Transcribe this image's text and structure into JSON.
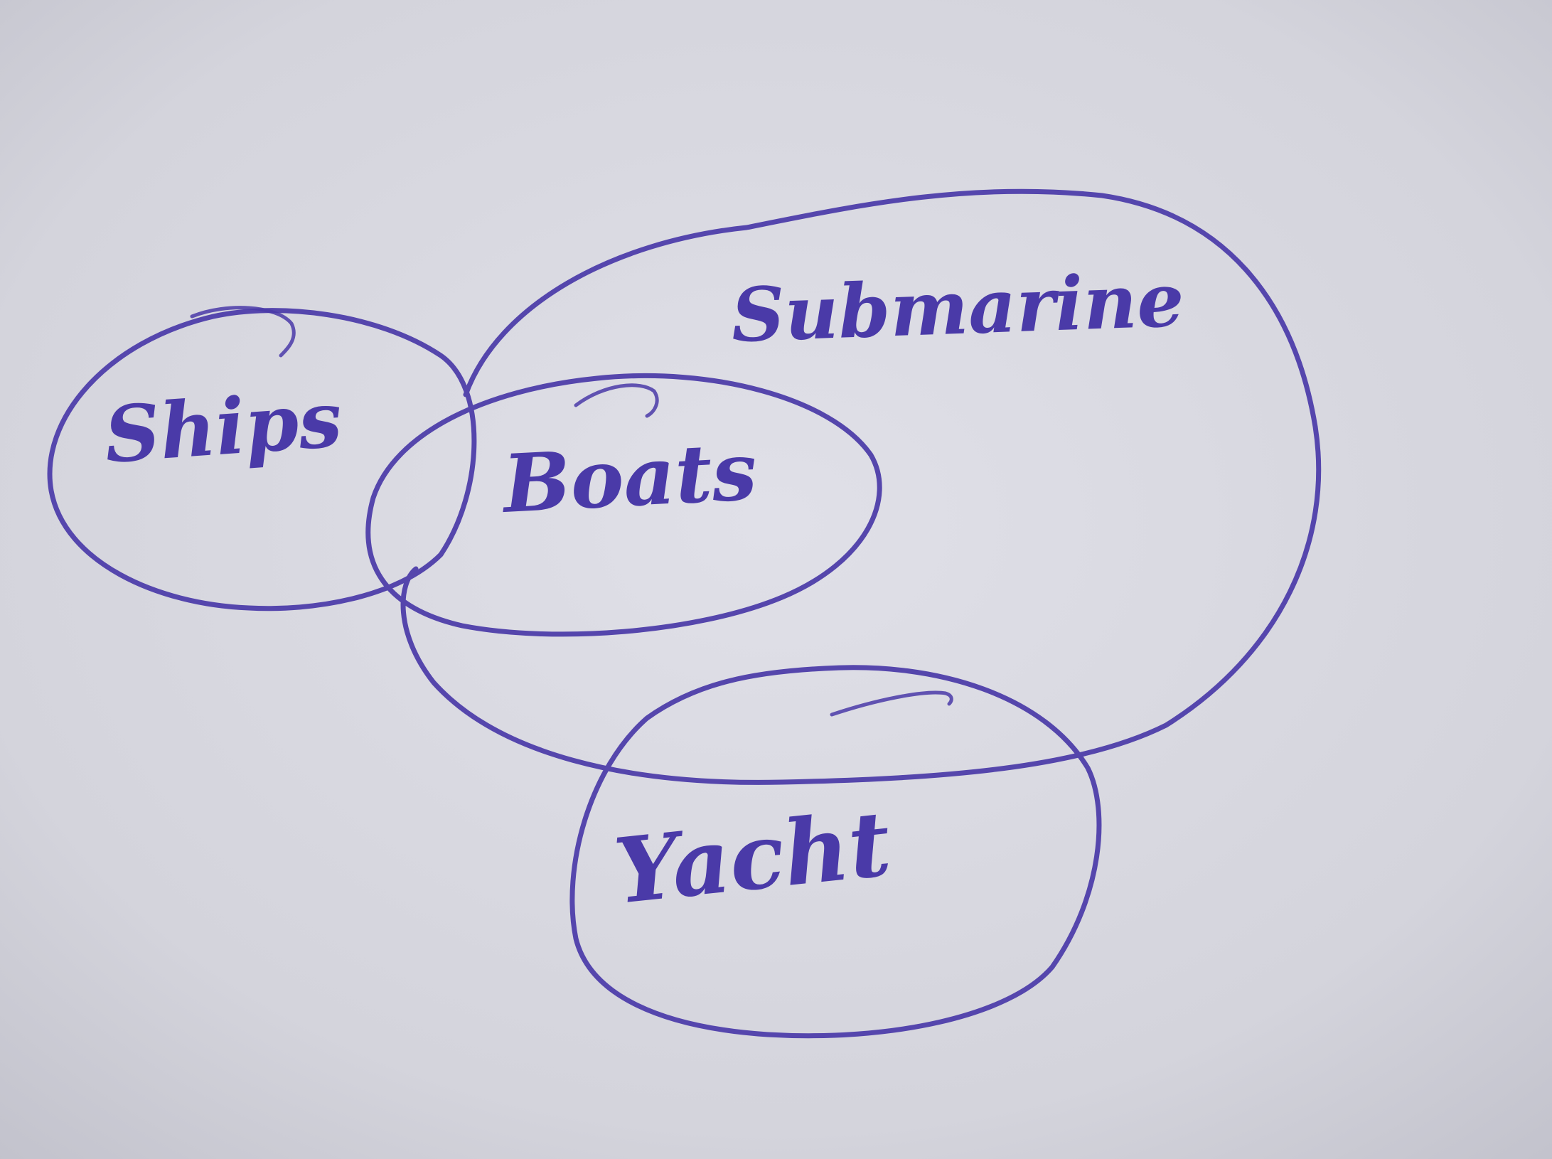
{
  "diagram": {
    "type": "venn",
    "ink_color": "#4a3aa8",
    "paper_color": "#d6d6de",
    "sets": [
      {
        "id": "ships",
        "label": "Ships"
      },
      {
        "id": "boats",
        "label": "Boats"
      },
      {
        "id": "submarine",
        "label": "Submarine"
      },
      {
        "id": "yacht",
        "label": "Yacht"
      }
    ],
    "overlaps": [
      [
        "ships",
        "boats"
      ],
      [
        "ships",
        "submarine"
      ],
      [
        "boats",
        "submarine"
      ],
      [
        "submarine",
        "yacht"
      ]
    ]
  }
}
